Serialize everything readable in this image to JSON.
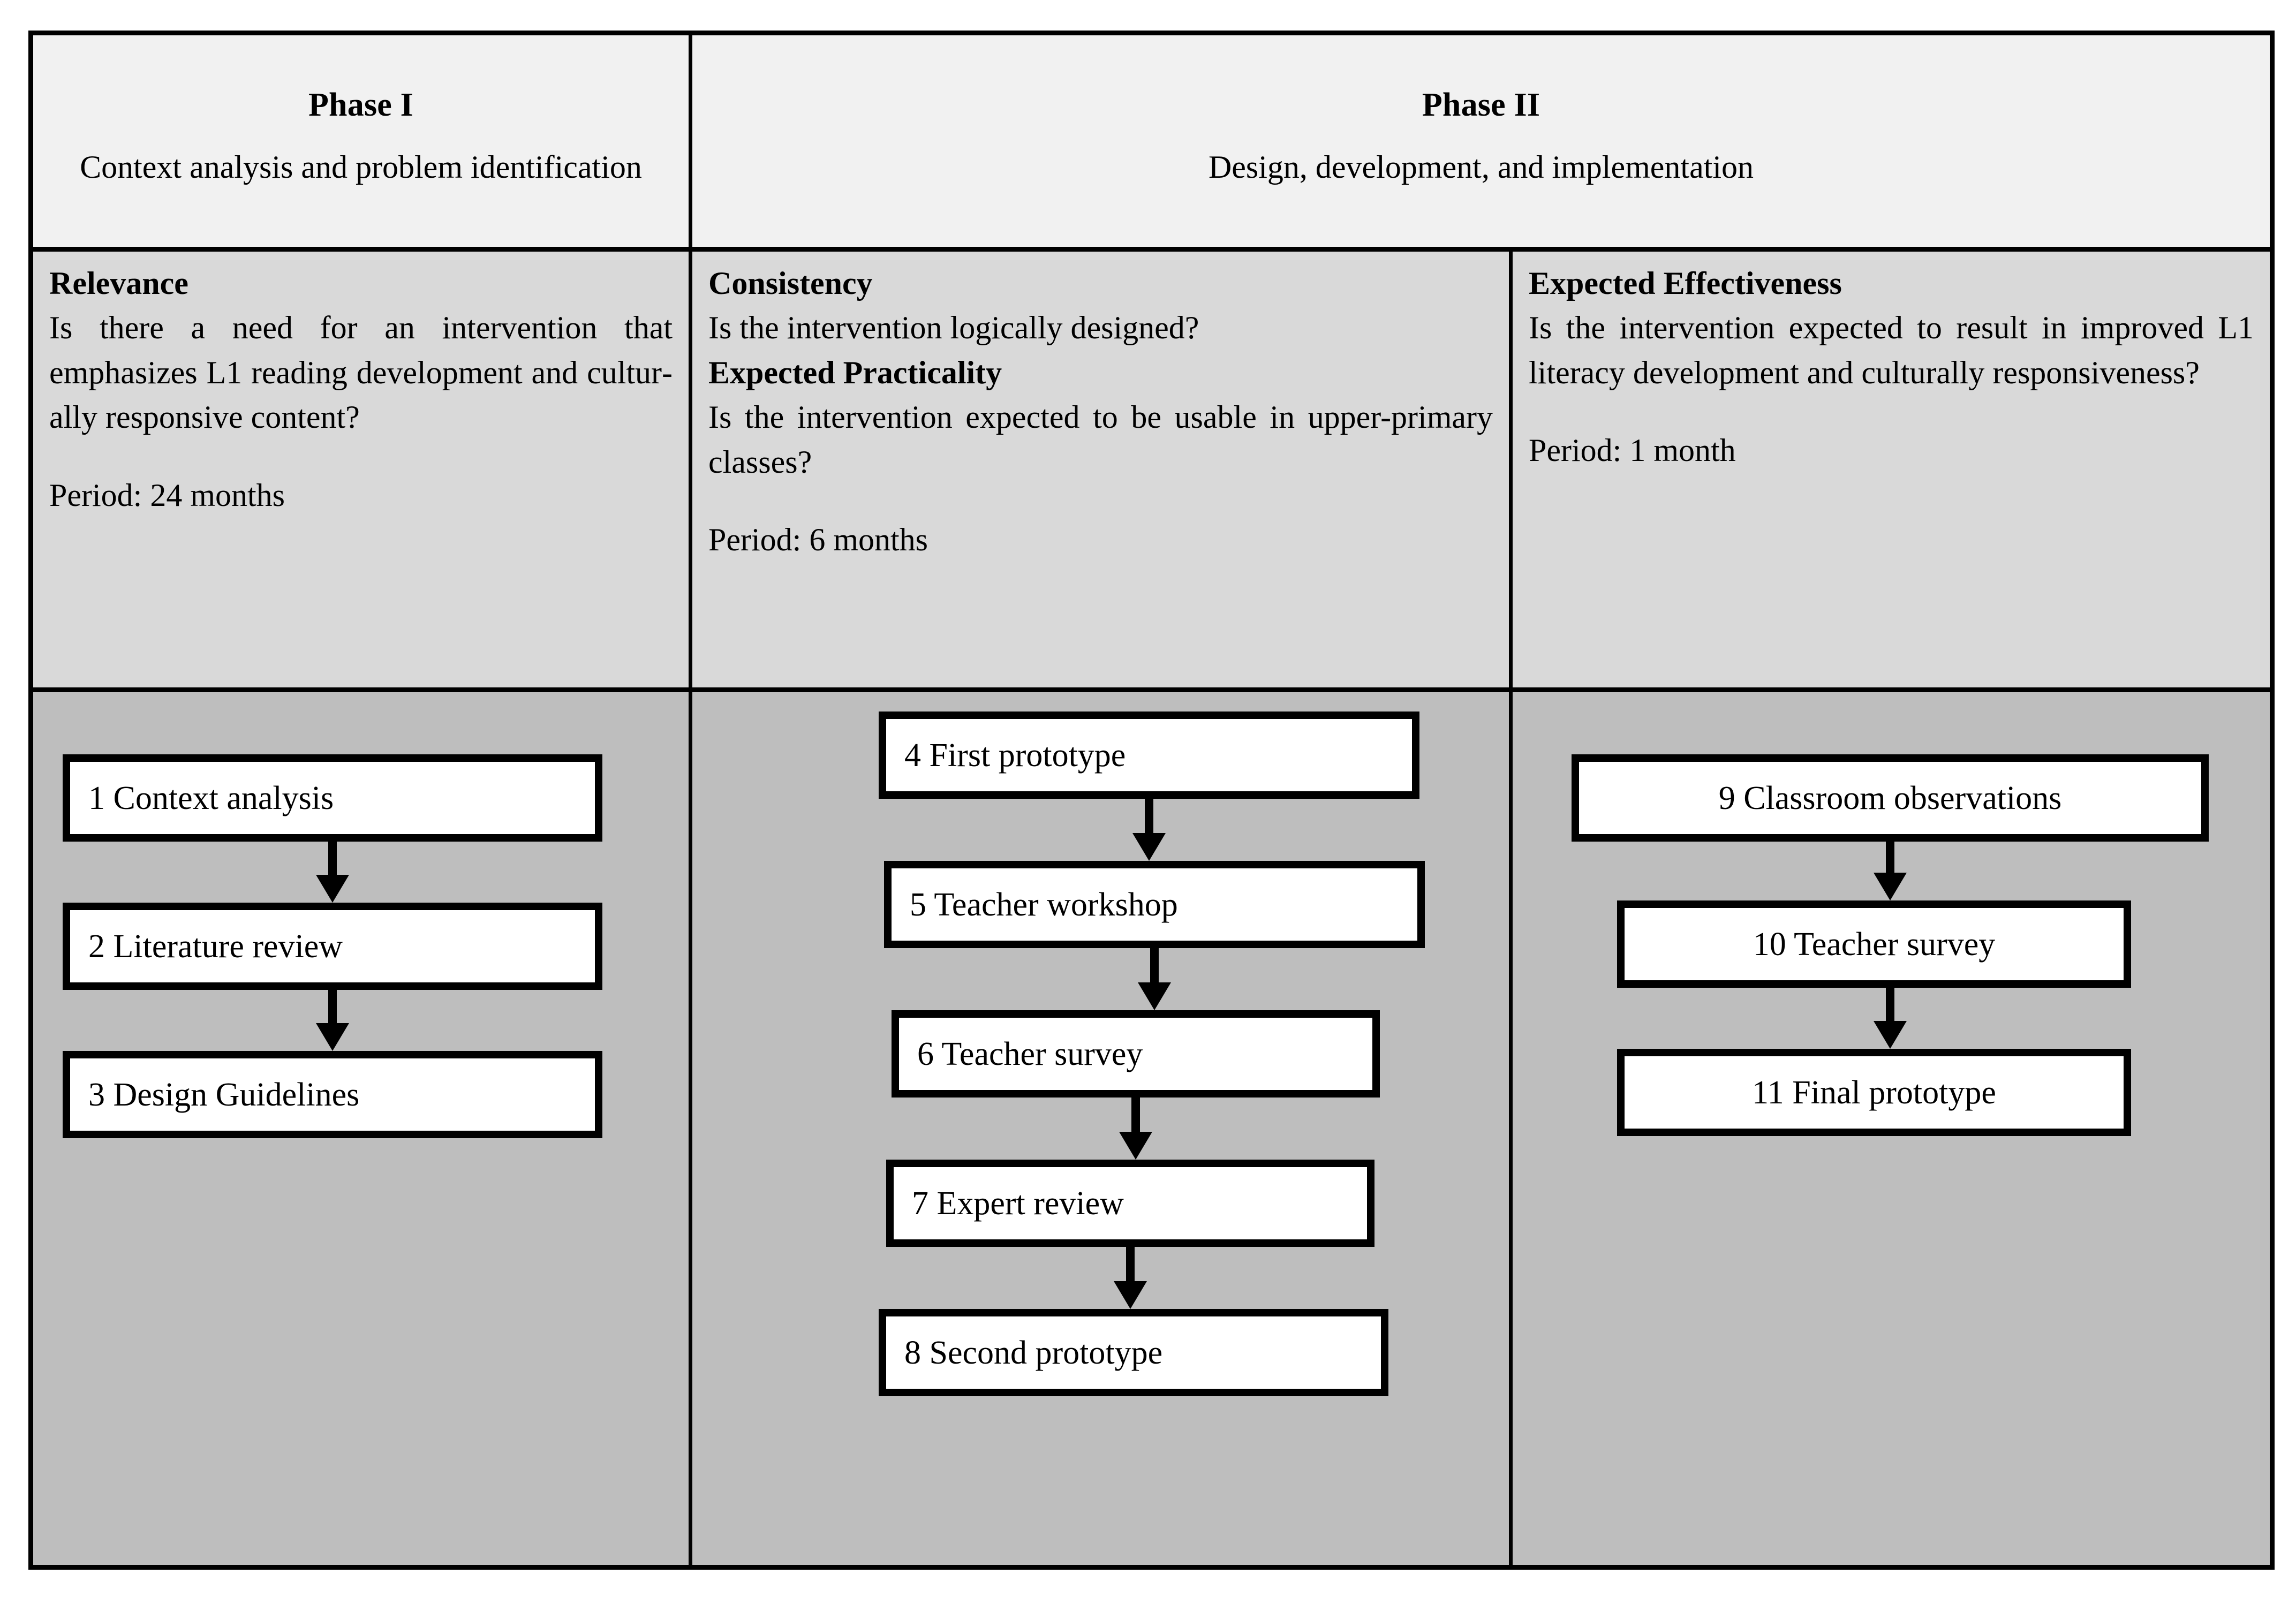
{
  "figure": {
    "type": "research-phase-table",
    "colors": {
      "header_row_bg": "#f1f1f1",
      "criteria_row_bg": "#d9d9d9",
      "flow_row_bg": "#bebebe",
      "node_bg": "#ffffff",
      "line": "#000000"
    }
  },
  "header": {
    "phase1": {
      "title": "Phase I",
      "subtitle": "Context analysis and problem identification"
    },
    "phase2": {
      "title": "Phase II",
      "subtitle": "Design, development, and implementation"
    }
  },
  "criteria": {
    "col1": {
      "title": "Relevance",
      "question": "Is there a need for an intervention that emphasizes L1 reading development and cultur­ally responsive content?",
      "period": "Period: 24 months"
    },
    "col2": {
      "title1": "Consistency",
      "question1": "Is the intervention logically designed?",
      "title2": "Expected Practicality",
      "question2": "Is the intervention expected to be usable in upper-primary classes?",
      "period": "Period: 6 months"
    },
    "col3": {
      "title": "Expected Effectiveness",
      "question": "Is the intervention expected to result in improved L1 literacy development and culturally responsiveness?",
      "period": "Period: 1 month"
    }
  },
  "flow": {
    "col1": {
      "nodes": [
        {
          "label": "1 Context analysis"
        },
        {
          "label": "2 Literature review"
        },
        {
          "label": "3 Design Guidelines"
        }
      ]
    },
    "col2": {
      "nodes": [
        {
          "label": "4 First prototype"
        },
        {
          "label": "5 Teacher workshop"
        },
        {
          "label": "6 Teacher survey"
        },
        {
          "label": "7 Expert review"
        },
        {
          "label": "8 Second prototype"
        }
      ]
    },
    "col3": {
      "nodes": [
        {
          "label": "9 Classroom observations"
        },
        {
          "label": "10 Teacher survey"
        },
        {
          "label": "11 Final prototype"
        }
      ]
    }
  }
}
